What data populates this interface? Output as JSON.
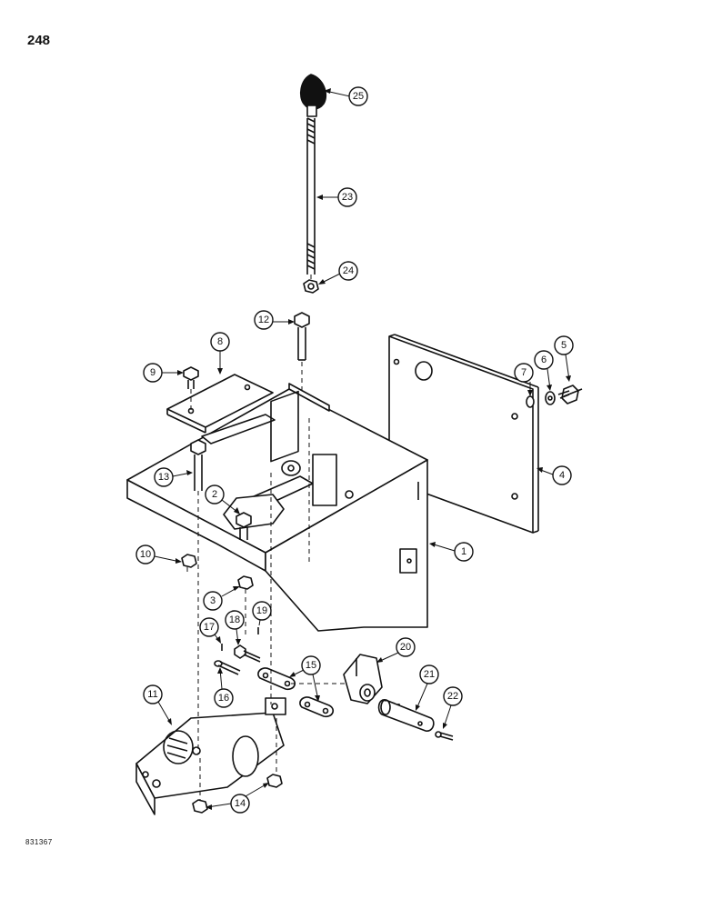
{
  "page_number": "248",
  "figure_code": "831367",
  "callouts": [
    "1",
    "2",
    "3",
    "4",
    "5",
    "6",
    "7",
    "8",
    "9",
    "10",
    "11",
    "12",
    "13",
    "14",
    "15",
    "16",
    "17",
    "18",
    "19",
    "20",
    "21",
    "22",
    "23",
    "24",
    "25"
  ]
}
